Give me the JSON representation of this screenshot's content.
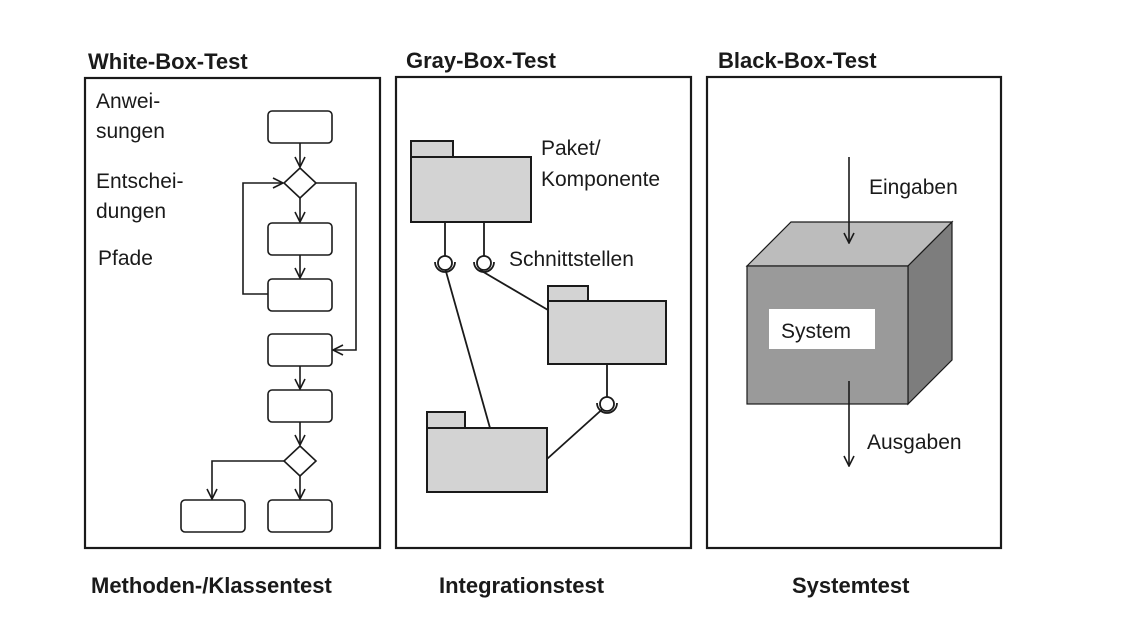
{
  "panels": {
    "white_box": {
      "title": "White-Box-Test",
      "footer": "Methoden-/Klassentest",
      "labels": {
        "anweisungen_1": "Anwei-",
        "anweisungen_2": "sungen",
        "entscheidungen_1": "Entschei-",
        "entscheidungen_2": "dungen",
        "pfade": "Pfade"
      }
    },
    "gray_box": {
      "title": "Gray-Box-Test",
      "footer": "Integrationstest",
      "labels": {
        "paket_1": "Paket/",
        "paket_2": "Komponente",
        "schnittstellen": "Schnittstellen"
      }
    },
    "black_box": {
      "title": "Black-Box-Test",
      "footer": "Systemtest",
      "labels": {
        "eingaben": "Eingaben",
        "system": "System",
        "ausgaben": "Ausgaben"
      }
    }
  },
  "colors": {
    "stroke": "#1a1a1a",
    "package_fill": "#d3d3d3",
    "cube_front": "#9a9a9a",
    "cube_top": "#bcbcbc",
    "cube_side": "#7d7d7d"
  }
}
